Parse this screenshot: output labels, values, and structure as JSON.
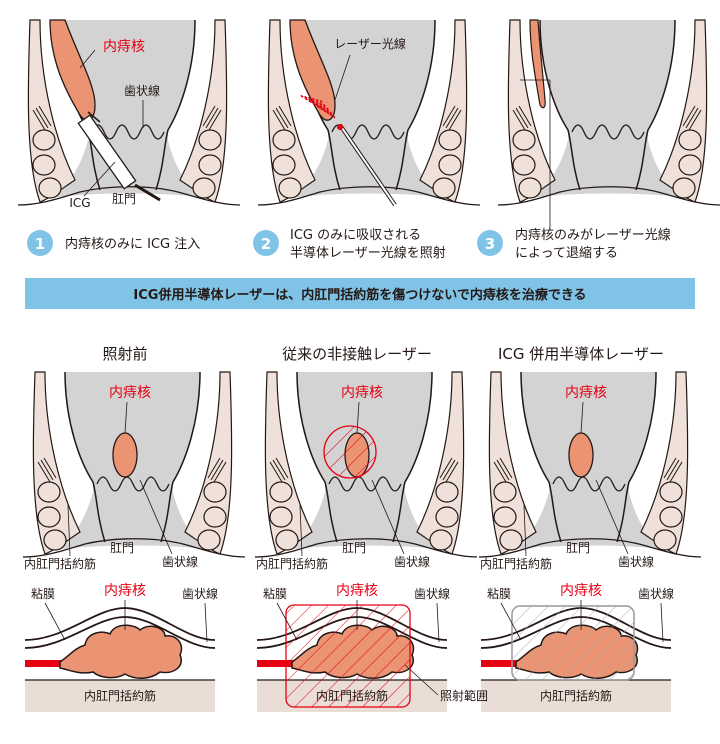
{
  "colors": {
    "canal": "#d3d3d3",
    "wall": "#efe1d9",
    "hemorrhoid": "#ea9473",
    "accent_red": "#e60012",
    "banner": "#7fc4e6",
    "step_circle": "#7fc4e6",
    "muscle_band": "#eaddd5",
    "outline": "#231815"
  },
  "top": {
    "panels": [
      {
        "hemorrhoid": "内痔核",
        "dentate": "歯状線",
        "icg": "ICG",
        "anus": "肛門",
        "step_number": "1",
        "step_text": [
          "内痔核のみに ICG 注入"
        ]
      },
      {
        "laser": "レーザー光線",
        "step_number": "2",
        "step_text": [
          "ICG のみに吸収される",
          "半導体レーザー光線を照射"
        ]
      },
      {
        "step_number": "3",
        "step_text": [
          "内痔核のみがレーザー光線",
          "によって退縮する"
        ]
      }
    ]
  },
  "banner": "ICG併用半導体レーザーは、内肛門括約筋を傷つけないで内痔核を治療できる",
  "middle": {
    "panels": [
      {
        "title": "照射前",
        "hemorrhoid": "内痔核",
        "anus": "肛門",
        "sphincter": "内肛門括約筋",
        "dentate": "歯状線"
      },
      {
        "title": "従来の非接触レーザー",
        "hemorrhoid": "内痔核",
        "anus": "肛門",
        "sphincter": "内肛門括約筋",
        "dentate": "歯状線"
      },
      {
        "title": "ICG 併用半導体レーザー",
        "hemorrhoid": "内痔核",
        "anus": "肛門",
        "sphincter": "内肛門括約筋",
        "dentate": "歯状線"
      }
    ]
  },
  "bottom": {
    "panels": [
      {
        "mucosa": "粘膜",
        "hemorrhoid": "内痔核",
        "dentate": "歯状線",
        "sphincter": "内肛門括約筋"
      },
      {
        "mucosa": "粘膜",
        "hemorrhoid": "内痔核",
        "dentate": "歯状線",
        "sphincter": "内肛門括約筋",
        "irradiation": "照射範囲"
      },
      {
        "mucosa": "粘膜",
        "hemorrhoid": "内痔核",
        "dentate": "歯状線",
        "sphincter": "内肛門括約筋"
      }
    ]
  }
}
